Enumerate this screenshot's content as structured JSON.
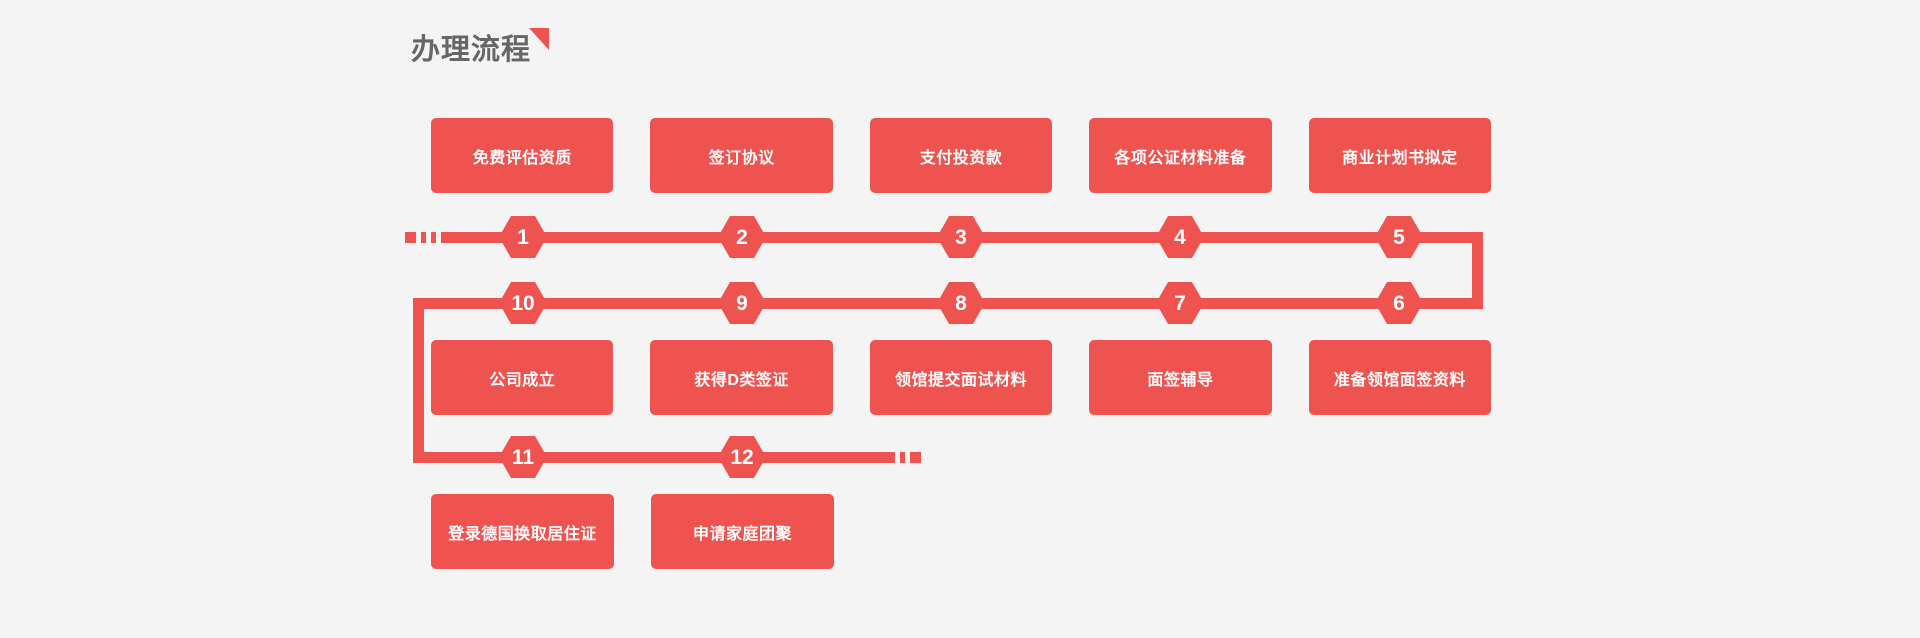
{
  "page": {
    "background_color": "#f4f4f4",
    "accent_color": "#ef5350",
    "title_color": "#666666"
  },
  "header": {
    "title": "办理流程",
    "flag_icon": "corner-triangle-icon"
  },
  "flow": {
    "row1": {
      "boxes": [
        {
          "label": "免费评估资质"
        },
        {
          "label": "签订协议"
        },
        {
          "label": "支付投资款"
        },
        {
          "label": "各项公证材料准备"
        },
        {
          "label": "商业计划书拟定"
        }
      ]
    },
    "row2": {
      "boxes": [
        {
          "label": "公司成立"
        },
        {
          "label": "获得D类签证"
        },
        {
          "label": "领馆提交面试材料"
        },
        {
          "label": "面签辅导"
        },
        {
          "label": "准备领馆面签资料"
        }
      ]
    },
    "row3": {
      "boxes": [
        {
          "label": "登录德国换取居住证"
        },
        {
          "label": "申请家庭团聚"
        }
      ]
    },
    "steps_track_a": [
      {
        "number": "1"
      },
      {
        "number": "2"
      },
      {
        "number": "3"
      },
      {
        "number": "4"
      },
      {
        "number": "5"
      }
    ],
    "steps_track_b": [
      {
        "number": "10"
      },
      {
        "number": "9"
      },
      {
        "number": "8"
      },
      {
        "number": "7"
      },
      {
        "number": "6"
      }
    ],
    "steps_track_c": [
      {
        "number": "11"
      },
      {
        "number": "12"
      }
    ]
  }
}
